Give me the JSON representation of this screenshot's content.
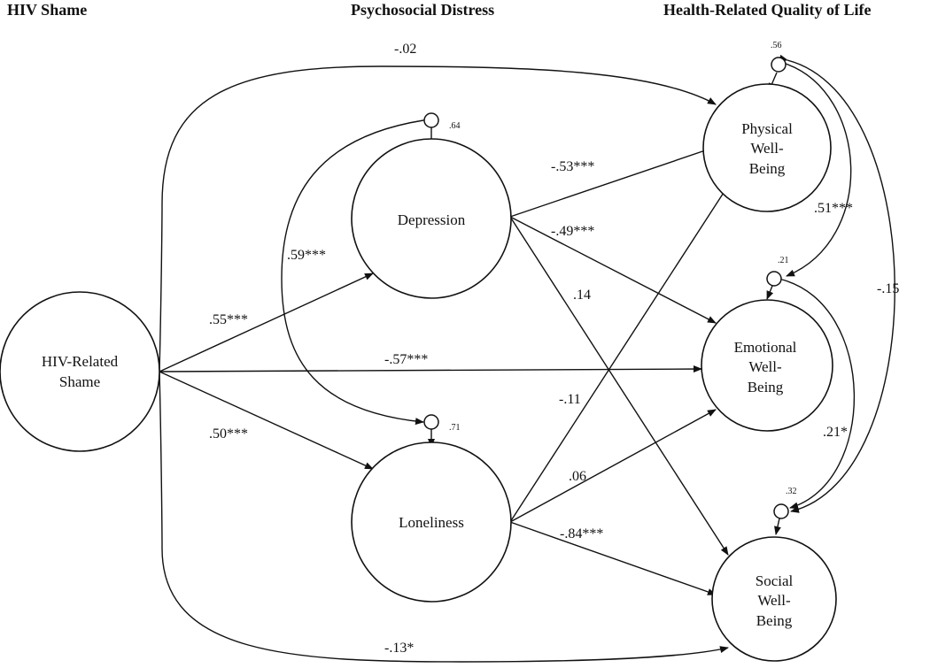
{
  "headers": {
    "shame": "HIV Shame",
    "distress": "Psychosocial Distress",
    "hrqol": "Health-Related Quality of Life"
  },
  "nodes": {
    "hiv_shame": [
      "HIV-Related",
      "Shame"
    ],
    "depression": [
      "Depression"
    ],
    "loneliness": [
      "Loneliness"
    ],
    "physical": [
      "Physical",
      "Well-",
      "Being"
    ],
    "emotional": [
      "Emotional",
      "Well-",
      "Being"
    ],
    "social": [
      "Social",
      "Well-",
      "Being"
    ]
  },
  "residuals": {
    "depression": ".64",
    "loneliness": ".71",
    "physical": ".56",
    "emotional": ".21",
    "social": ".32"
  },
  "paths": {
    "shame_depression": ".55***",
    "shame_loneliness": ".50***",
    "shame_emotional": "-.57***",
    "shame_physical": "-.02",
    "shame_social": "-.13*",
    "depression_physical": "-.53***",
    "depression_emotional": "-.49***",
    "depression_social": ".14",
    "loneliness_physical": "-.11",
    "loneliness_emotional": ".06",
    "loneliness_social": "-.84***"
  },
  "covariances": {
    "depression_loneliness": ".59***",
    "physical_emotional": ".51***",
    "emotional_social": ".21*",
    "physical_social": "-.15"
  }
}
